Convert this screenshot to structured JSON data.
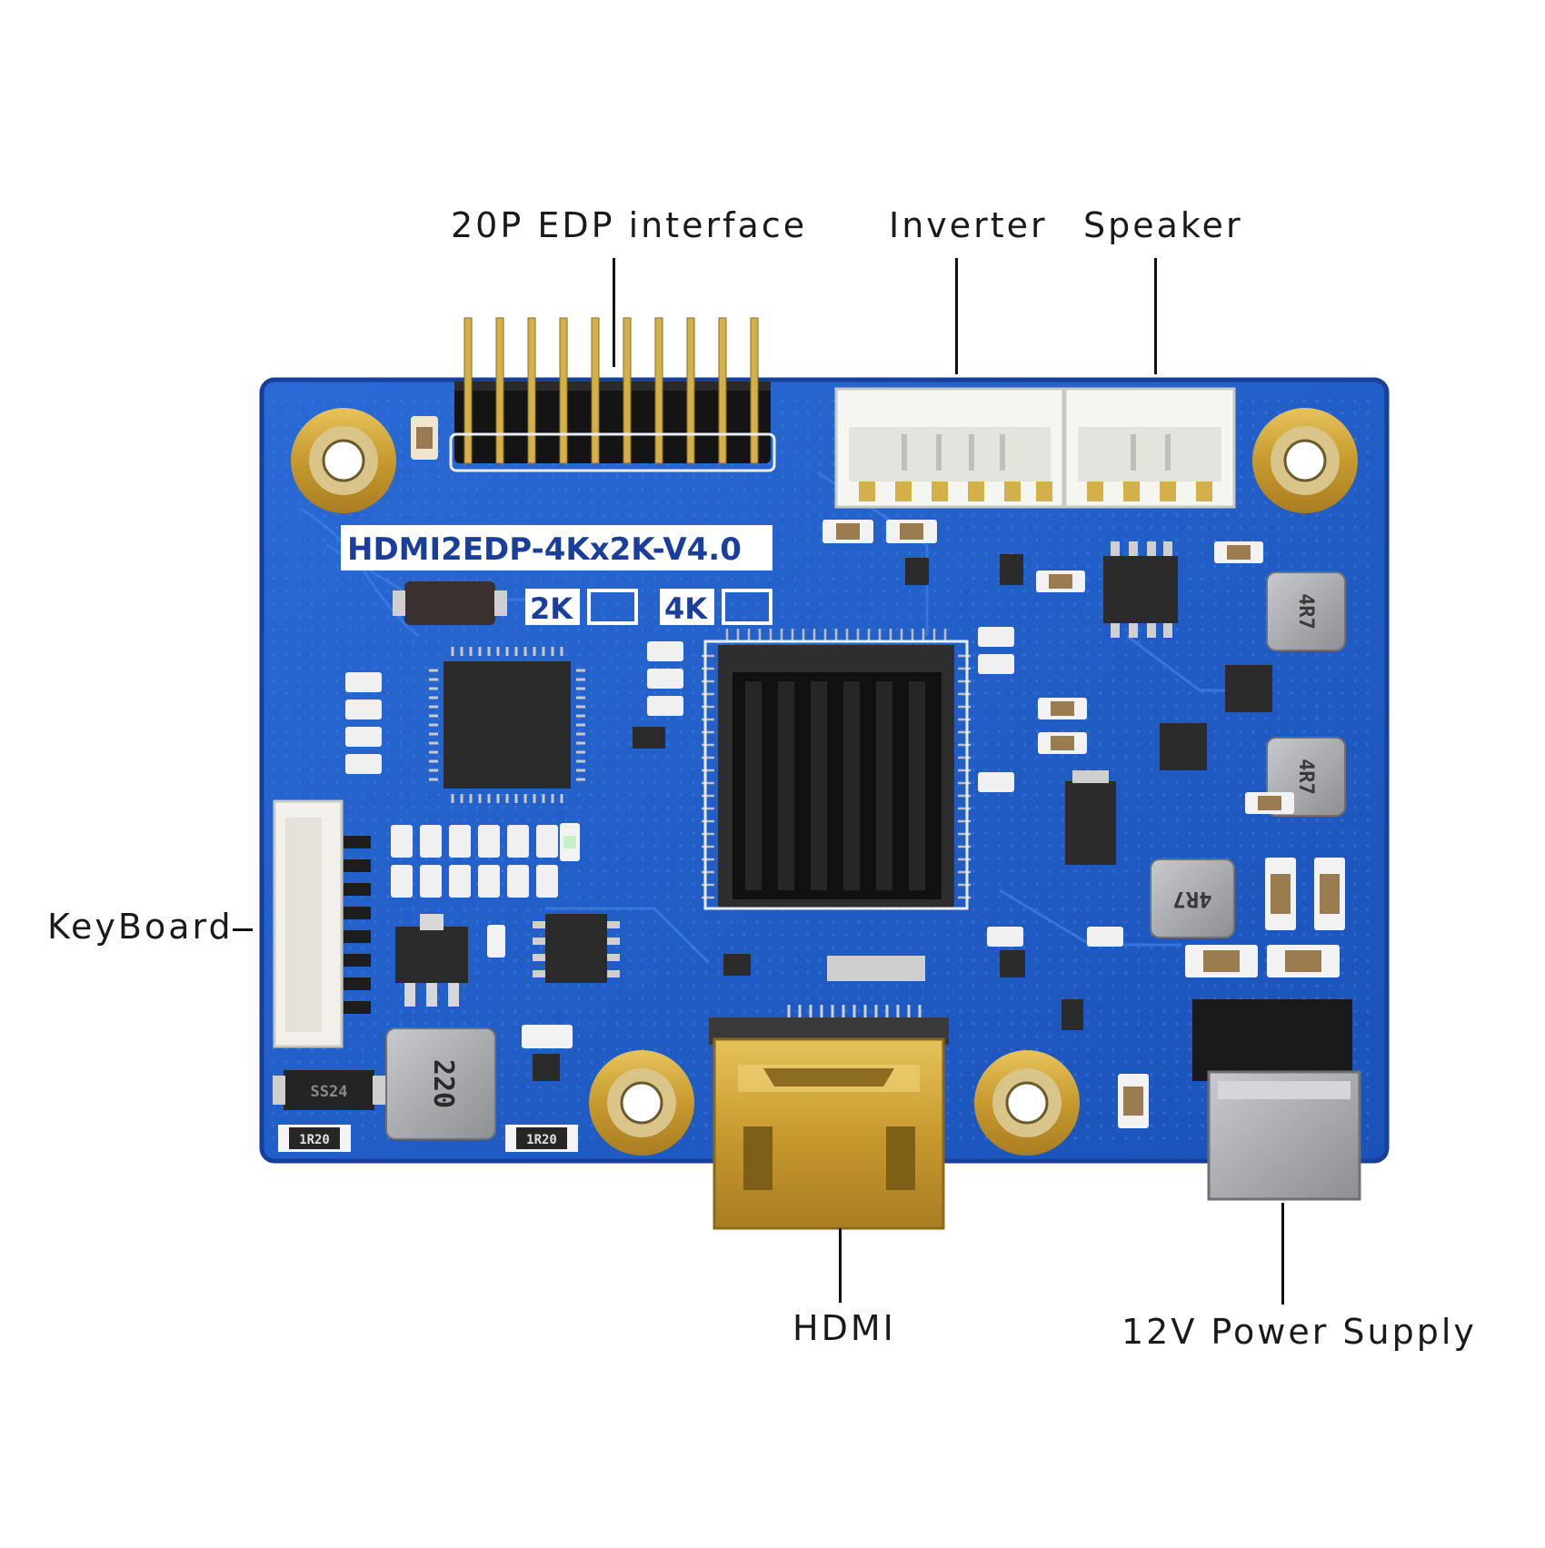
{
  "labels": {
    "edp": "20P EDP interface",
    "inverter": "Inverter",
    "speaker": "Speaker",
    "keyboard": "KeyBoard",
    "hdmi": "HDMI",
    "power": "12V Power Supply"
  },
  "silkscreen": {
    "board_name": "HDMI2EDP-4Kx2K-V4.0",
    "mode_2k": "2K",
    "mode_4k": "4K"
  },
  "component_marks": {
    "inductor_4r7_a": "4R7",
    "inductor_4r7_b": "4R7",
    "inductor_4r7_c": "4R7",
    "inductor_220": "220",
    "resistor_1r20_a": "1R20",
    "resistor_1r20_b": "1R20",
    "diode": "SS24"
  },
  "colors": {
    "pcb": "#1f5fc8",
    "pcb_edge": "#173f9c",
    "gold": "#c9a53a",
    "silver": "#a9aaae",
    "background": "#ffffff"
  }
}
